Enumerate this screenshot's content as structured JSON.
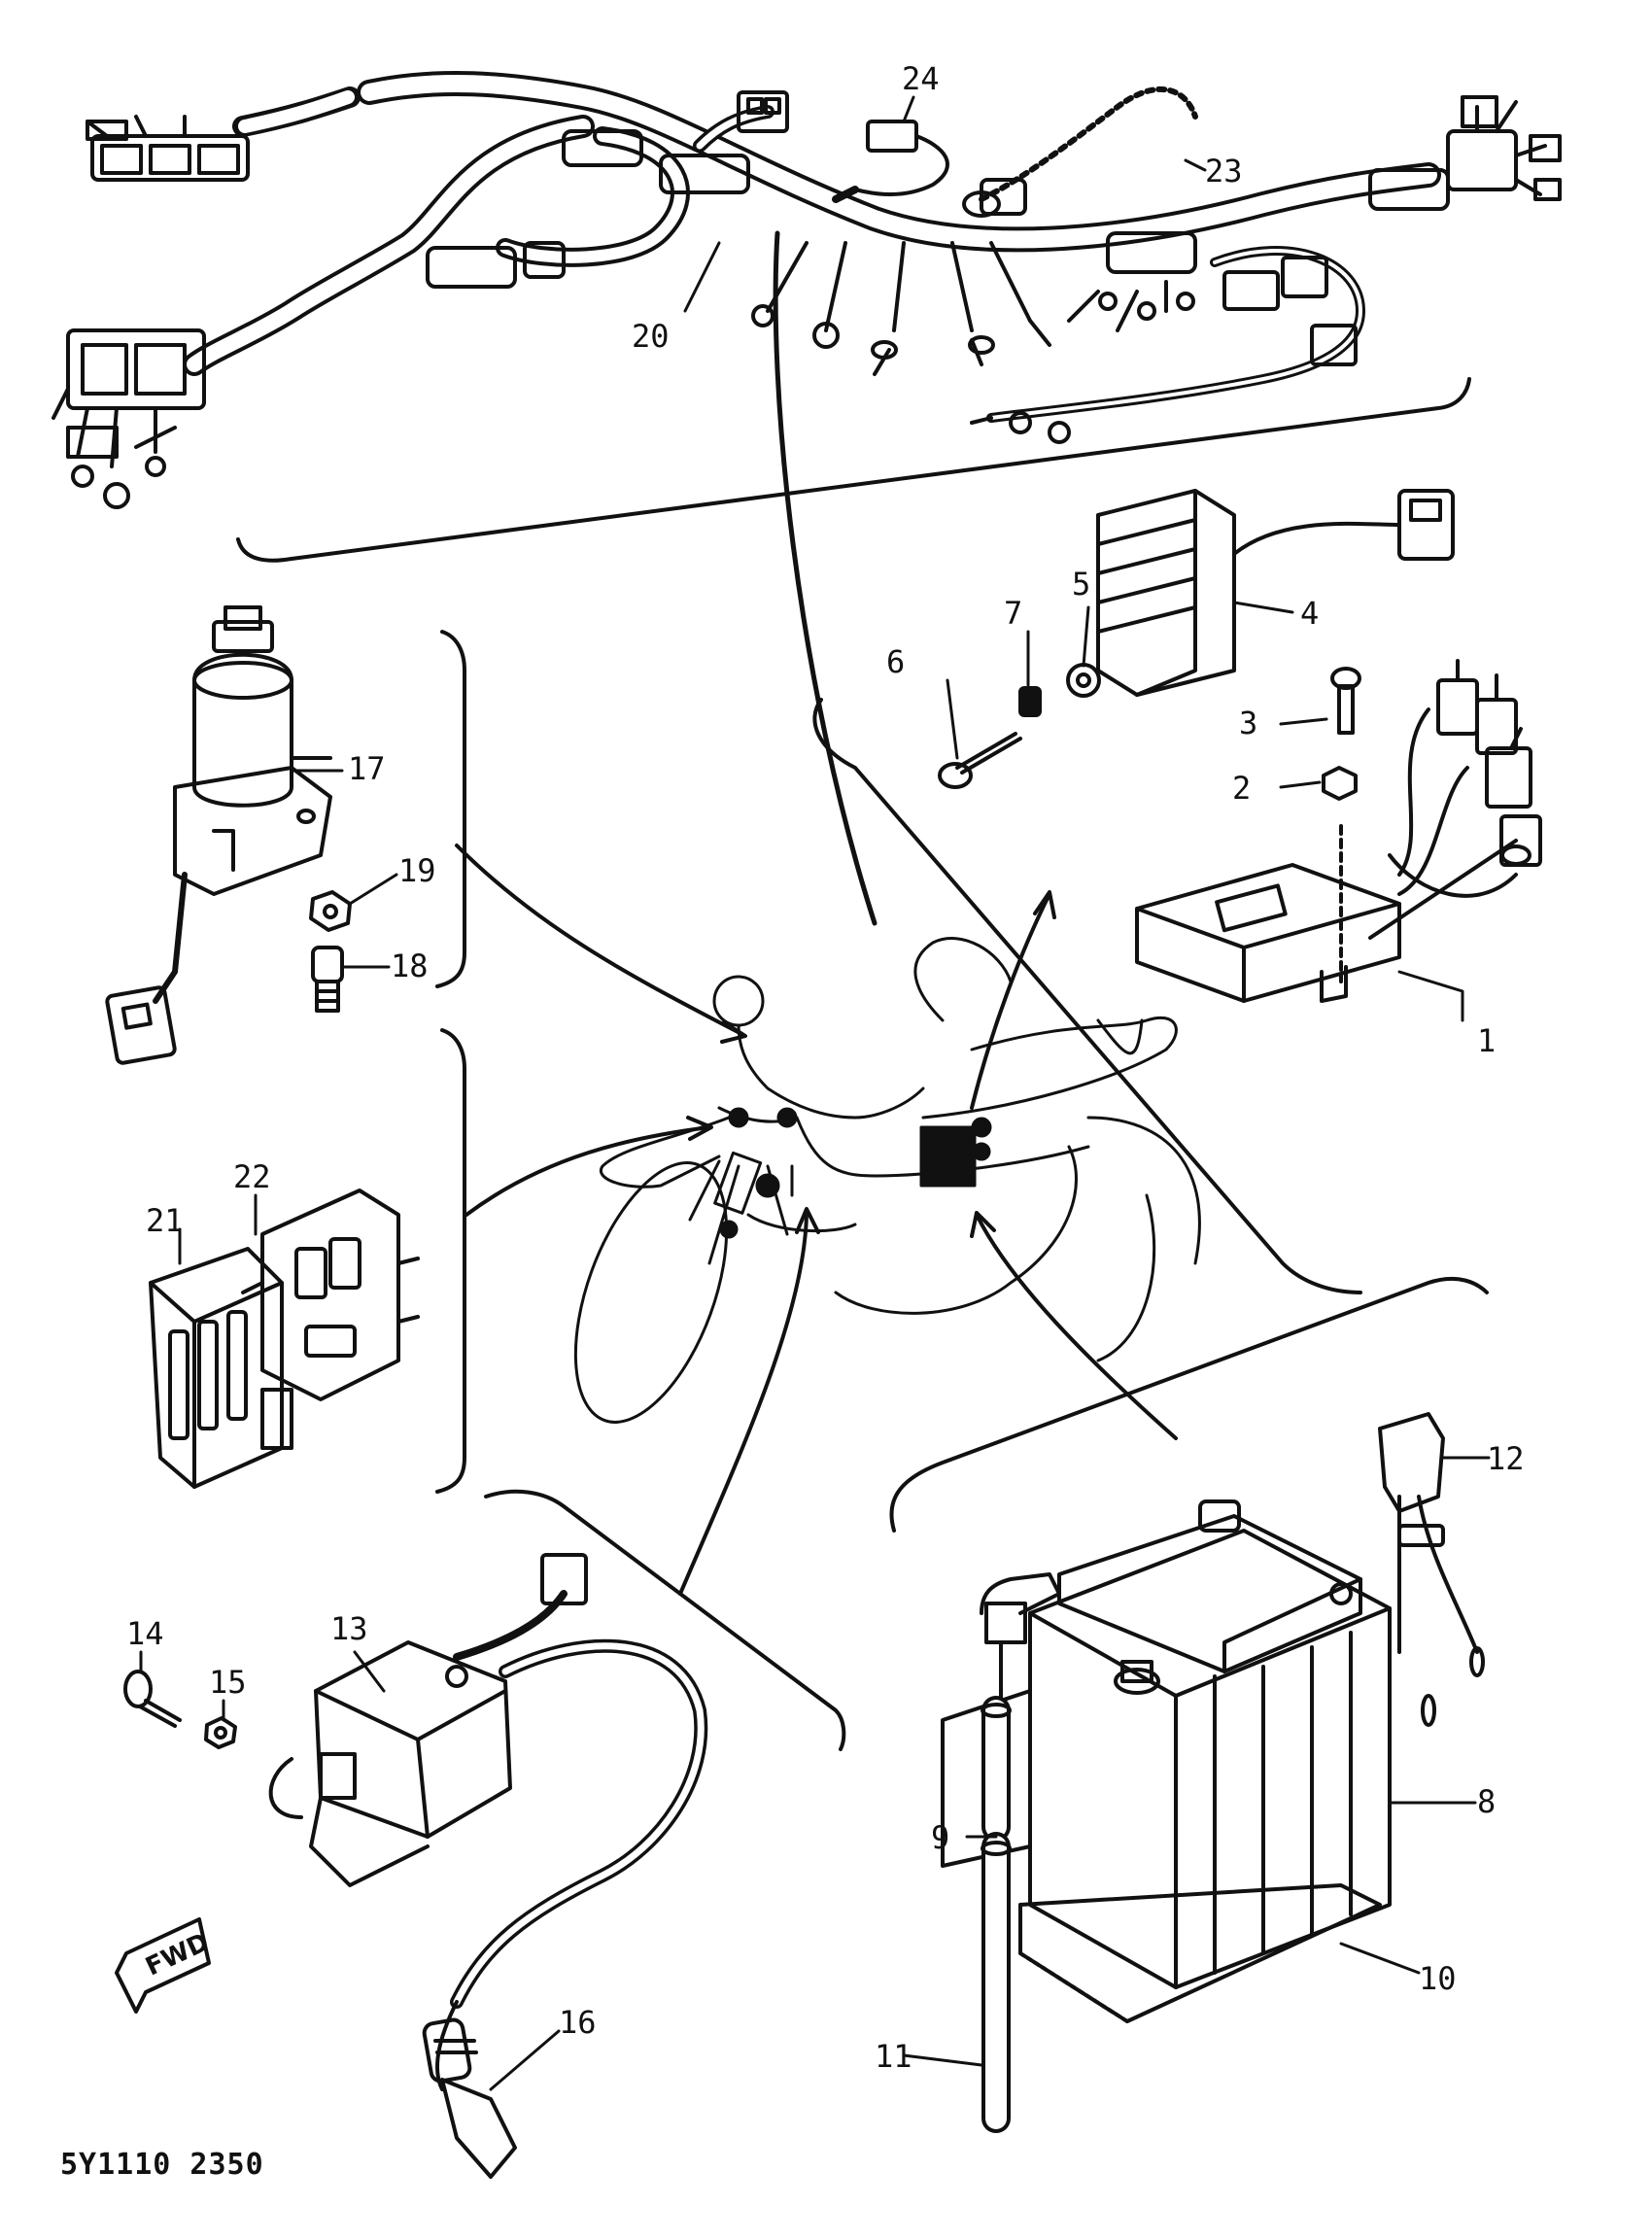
{
  "diagram": {
    "callouts": {
      "p1": "1",
      "p2": "2",
      "p3": "3",
      "p4": "4",
      "p5": "5",
      "p6": "6",
      "p7": "7",
      "p8": "8",
      "p9": "9",
      "p10": "10",
      "p11": "11",
      "p12": "12",
      "p13": "13",
      "p14": "14",
      "p15": "15",
      "p16": "16",
      "p17": "17",
      "p18": "18",
      "p19": "19",
      "p20": "20",
      "p21": "21",
      "p22": "22",
      "p23": "23",
      "p24": "24"
    },
    "forward_label": "FWD",
    "drawing_code": "5Y1110 2350"
  },
  "colors": {
    "ink": "#111111",
    "paper": "#ffffff"
  }
}
